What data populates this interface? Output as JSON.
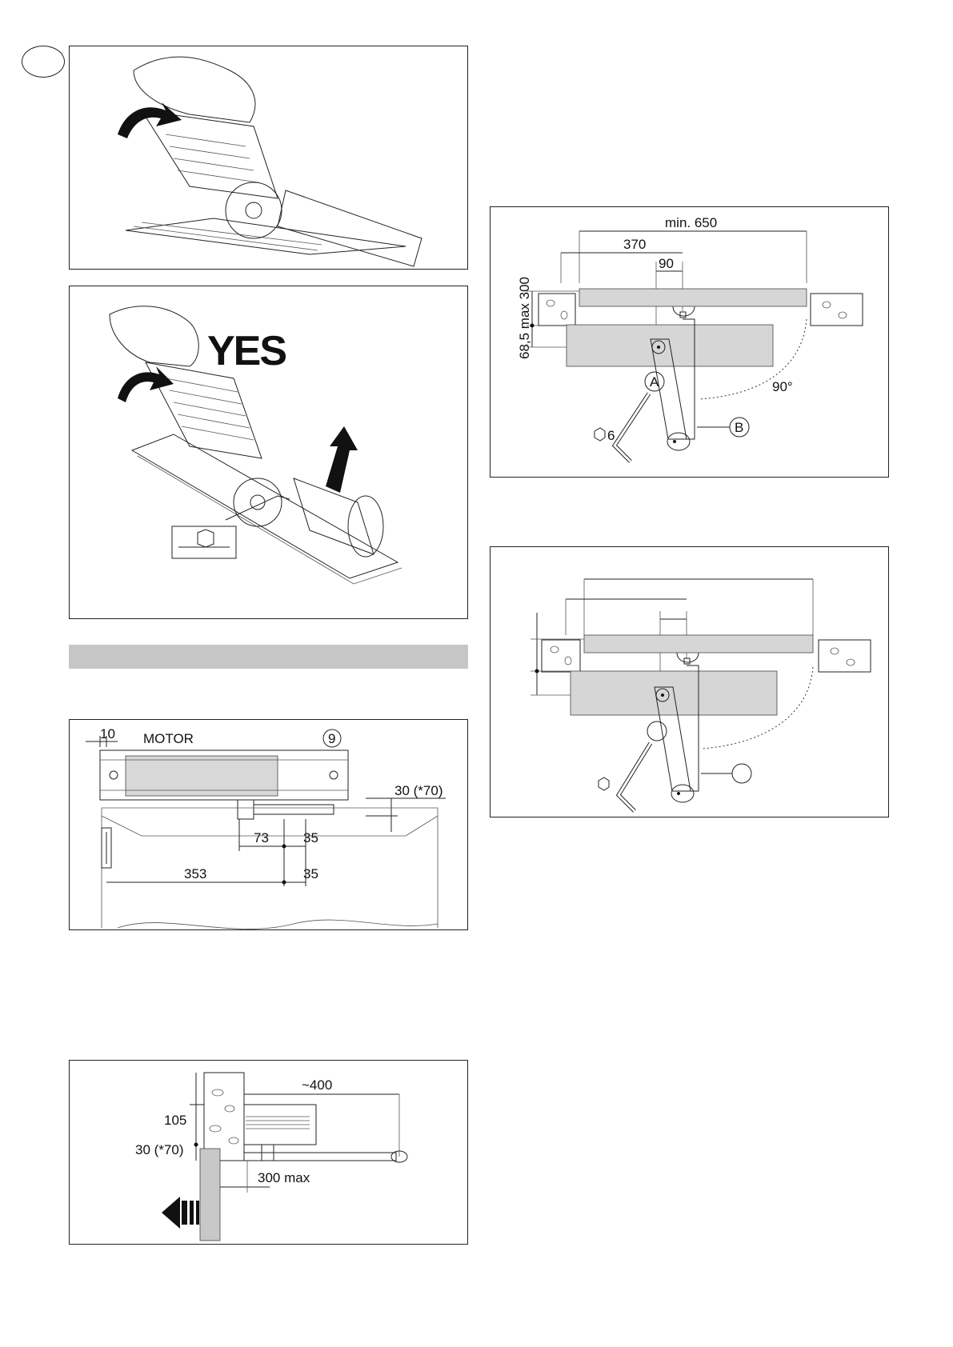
{
  "figure_top_left": {},
  "figure_yes": {
    "yes_label": "YES"
  },
  "figure_motor": {
    "dim_10": "10",
    "motor_label": "MOTOR",
    "callout_9": "9",
    "dim_30": "30 (*70)",
    "dim_73": "73",
    "dim_35_upper": "35",
    "dim_353": "353",
    "dim_35_lower": "35"
  },
  "figure_side": {
    "dim_400": "~400",
    "dim_105": "105",
    "dim_30": "30 (*70)",
    "dim_300max": "300 max"
  },
  "figure_arm_top": {
    "dim_min650": "min. 650",
    "dim_370": "370",
    "dim_90": "90",
    "dim_vertical": "68,5  max 300",
    "label_A": "A",
    "label_B": "B",
    "angle_90": "90°",
    "hex_6": "6"
  },
  "figure_arm_bottom": {}
}
